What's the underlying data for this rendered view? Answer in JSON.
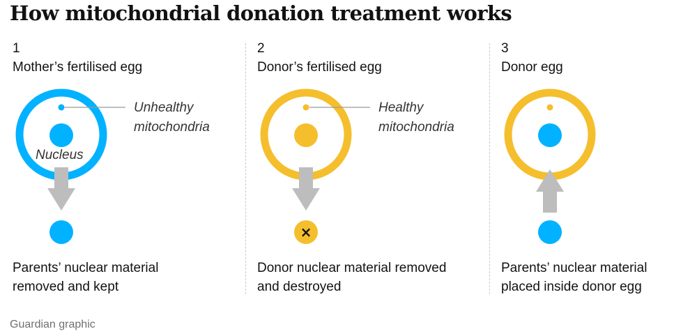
{
  "title": "How mitochondrial donation treatment works",
  "colors": {
    "blue": "#00b2ff",
    "yellow": "#f5be2c",
    "arrow": "#bdbdbd",
    "text": "#121212"
  },
  "steps": [
    {
      "number": "1",
      "title": "Mother’s fertilised egg",
      "label_line1": "Unhealthy",
      "label_line2": "mitochondria",
      "nucleus_label": "Nucleus",
      "caption_line1": "Parents’ nuclear material",
      "caption_line2": "removed and kept"
    },
    {
      "number": "2",
      "title": "Donor’s fertilised egg",
      "label_line1": "Healthy",
      "label_line2": "mitochondria",
      "cross_symbol": "×",
      "caption_line1": "Donor nuclear material removed",
      "caption_line2": "and destroyed"
    },
    {
      "number": "3",
      "title": "Donor egg",
      "caption_line1": "Parents’ nuclear material",
      "caption_line2": "placed inside donor egg"
    }
  ],
  "footer": "Guardian graphic"
}
